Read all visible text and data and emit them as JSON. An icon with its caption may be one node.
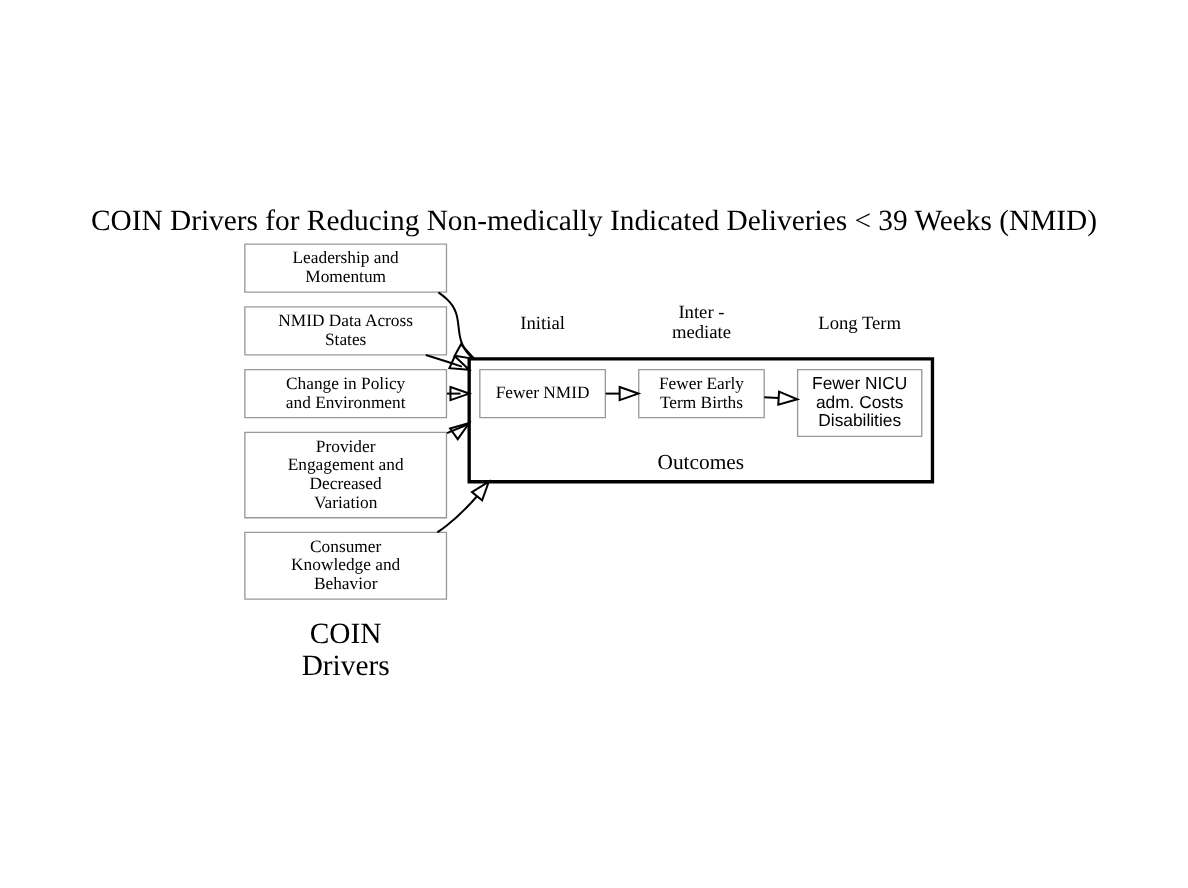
{
  "diagram": {
    "title": "COIN Drivers for Reducing Non-medically Indicated Deliveries < 39 Weeks (NMID)",
    "nodes": [
      {
        "text": [
          "Leadership and Momentum"
        ]
      },
      {
        "text": [
          "NMID Data Across States"
        ]
      },
      {
        "text": [
          "Change in Policy and Environment"
        ]
      },
      {
        "text": [
          "Provider Engagement and Decreased Variation"
        ]
      },
      {
        "text": [
          "Consumer Knowledge and Behavior"
        ]
      },
      {
        "text": [
          "Outcomes"
        ]
      },
      {
        "text": [
          "Fewer NMID"
        ],
        "in": 5
      },
      {
        "text": [
          "Fewer Early Term Births"
        ],
        "in": 5
      },
      {
        "text": [
          "Fewer NICU adm. Costs Disabilities"
        ],
        "in": 5
      }
    ],
    "edges": [
      {
        "from": 0,
        "to": 5,
        "arrow": "to"
      },
      {
        "from": 1,
        "to": 5,
        "arrow": "to"
      },
      {
        "from": 2,
        "to": 5,
        "arrow": "to"
      },
      {
        "from": 3,
        "to": 5,
        "arrow": "to"
      },
      {
        "from": 4,
        "to": 5,
        "arrow": "to"
      },
      {
        "from": 6,
        "to": 7,
        "arrow": "to"
      },
      {
        "from": 7,
        "to": 8,
        "arrow": "to"
      }
    ],
    "labels": [
      "Initial",
      "Inter - mediate",
      "Long Term",
      "COIN Drivers"
    ]
  }
}
